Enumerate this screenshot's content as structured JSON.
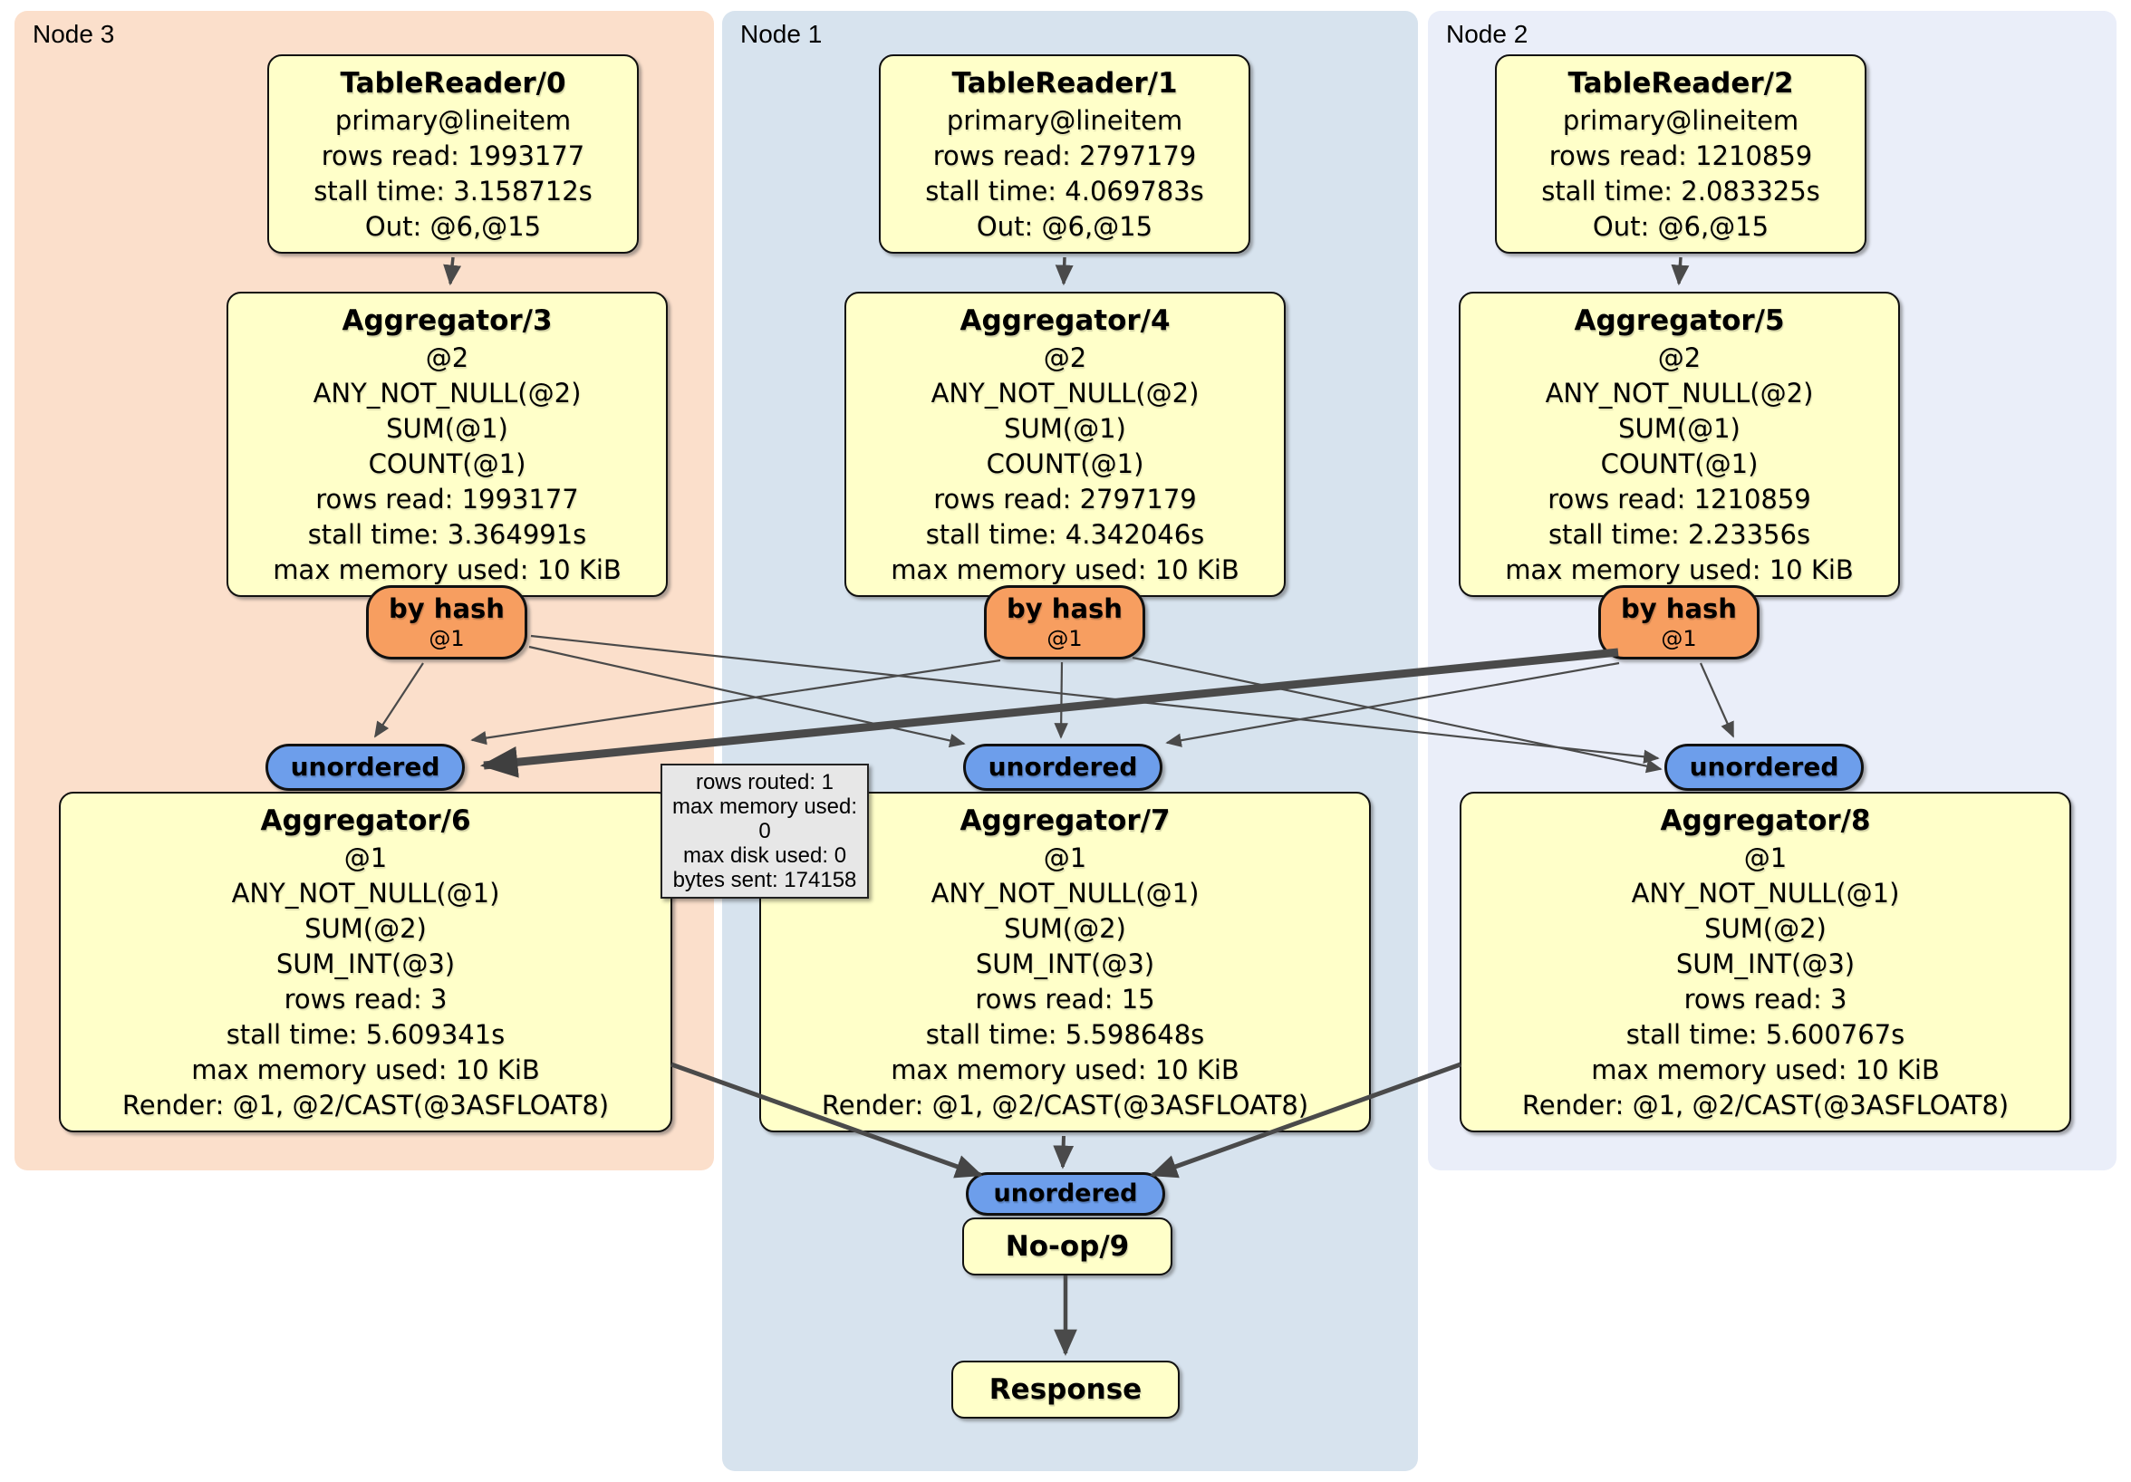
{
  "colors": {
    "processor_fill": "#FFFFC9",
    "router_fill": "#F79E60",
    "stream_fill": "#6D9EEB",
    "node3_bg": "#FBDFCB",
    "node1_bg": "#D7E3EE",
    "node2_bg": "#EAEEF9",
    "tooltip_bg": "#E7E7E7",
    "edge": "#4A4A4A"
  },
  "tooltip": {
    "lines": [
      "rows routed: 1",
      "max memory used: 0",
      "max disk used: 0",
      "bytes sent: 174158"
    ]
  },
  "sink": {
    "stream_label": "unordered",
    "noop_title": "No-op/9",
    "response_title": "Response"
  },
  "nodes": [
    {
      "label": "Node 3",
      "table_reader": {
        "title": "TableReader/0",
        "lines": [
          "primary@lineitem",
          "rows read: 1993177",
          "stall time: 3.158712s",
          "Out: @6,@15"
        ]
      },
      "aggregator_top": {
        "title": "Aggregator/3",
        "lines": [
          "@2",
          "ANY_NOT_NULL(@2)",
          "SUM(@1)",
          "COUNT(@1)",
          "rows read: 1993177",
          "stall time: 3.364991s",
          "max memory used: 10 KiB"
        ]
      },
      "router": {
        "label": "by hash",
        "detail": "@1"
      },
      "stream": {
        "label": "unordered"
      },
      "aggregator_bottom": {
        "title": "Aggregator/6",
        "lines": [
          "@1",
          "ANY_NOT_NULL(@1)",
          "SUM(@2)",
          "SUM_INT(@3)",
          "rows read: 3",
          "stall time: 5.609341s",
          "max memory used: 10 KiB",
          "Render: @1, @2/CAST(@3ASFLOAT8)"
        ]
      }
    },
    {
      "label": "Node 1",
      "table_reader": {
        "title": "TableReader/1",
        "lines": [
          "primary@lineitem",
          "rows read: 2797179",
          "stall time: 4.069783s",
          "Out: @6,@15"
        ]
      },
      "aggregator_top": {
        "title": "Aggregator/4",
        "lines": [
          "@2",
          "ANY_NOT_NULL(@2)",
          "SUM(@1)",
          "COUNT(@1)",
          "rows read: 2797179",
          "stall time: 4.342046s",
          "max memory used: 10 KiB"
        ]
      },
      "router": {
        "label": "by hash",
        "detail": "@1"
      },
      "stream": {
        "label": "unordered"
      },
      "aggregator_bottom": {
        "title": "Aggregator/7",
        "lines": [
          "@1",
          "ANY_NOT_NULL(@1)",
          "SUM(@2)",
          "SUM_INT(@3)",
          "rows read: 15",
          "stall time: 5.598648s",
          "max memory used: 10 KiB",
          "Render: @1, @2/CAST(@3ASFLOAT8)"
        ]
      }
    },
    {
      "label": "Node 2",
      "table_reader": {
        "title": "TableReader/2",
        "lines": [
          "primary@lineitem",
          "rows read: 1210859",
          "stall time: 2.083325s",
          "Out: @6,@15"
        ]
      },
      "aggregator_top": {
        "title": "Aggregator/5",
        "lines": [
          "@2",
          "ANY_NOT_NULL(@2)",
          "SUM(@1)",
          "COUNT(@1)",
          "rows read: 1210859",
          "stall time: 2.23356s",
          "max memory used: 10 KiB"
        ]
      },
      "router": {
        "label": "by hash",
        "detail": "@1"
      },
      "stream": {
        "label": "unordered"
      },
      "aggregator_bottom": {
        "title": "Aggregator/8",
        "lines": [
          "@1",
          "ANY_NOT_NULL(@1)",
          "SUM(@2)",
          "SUM_INT(@3)",
          "rows read: 3",
          "stall time: 5.600767s",
          "max memory used: 10 KiB",
          "Render: @1, @2/CAST(@3ASFLOAT8)"
        ]
      }
    }
  ]
}
